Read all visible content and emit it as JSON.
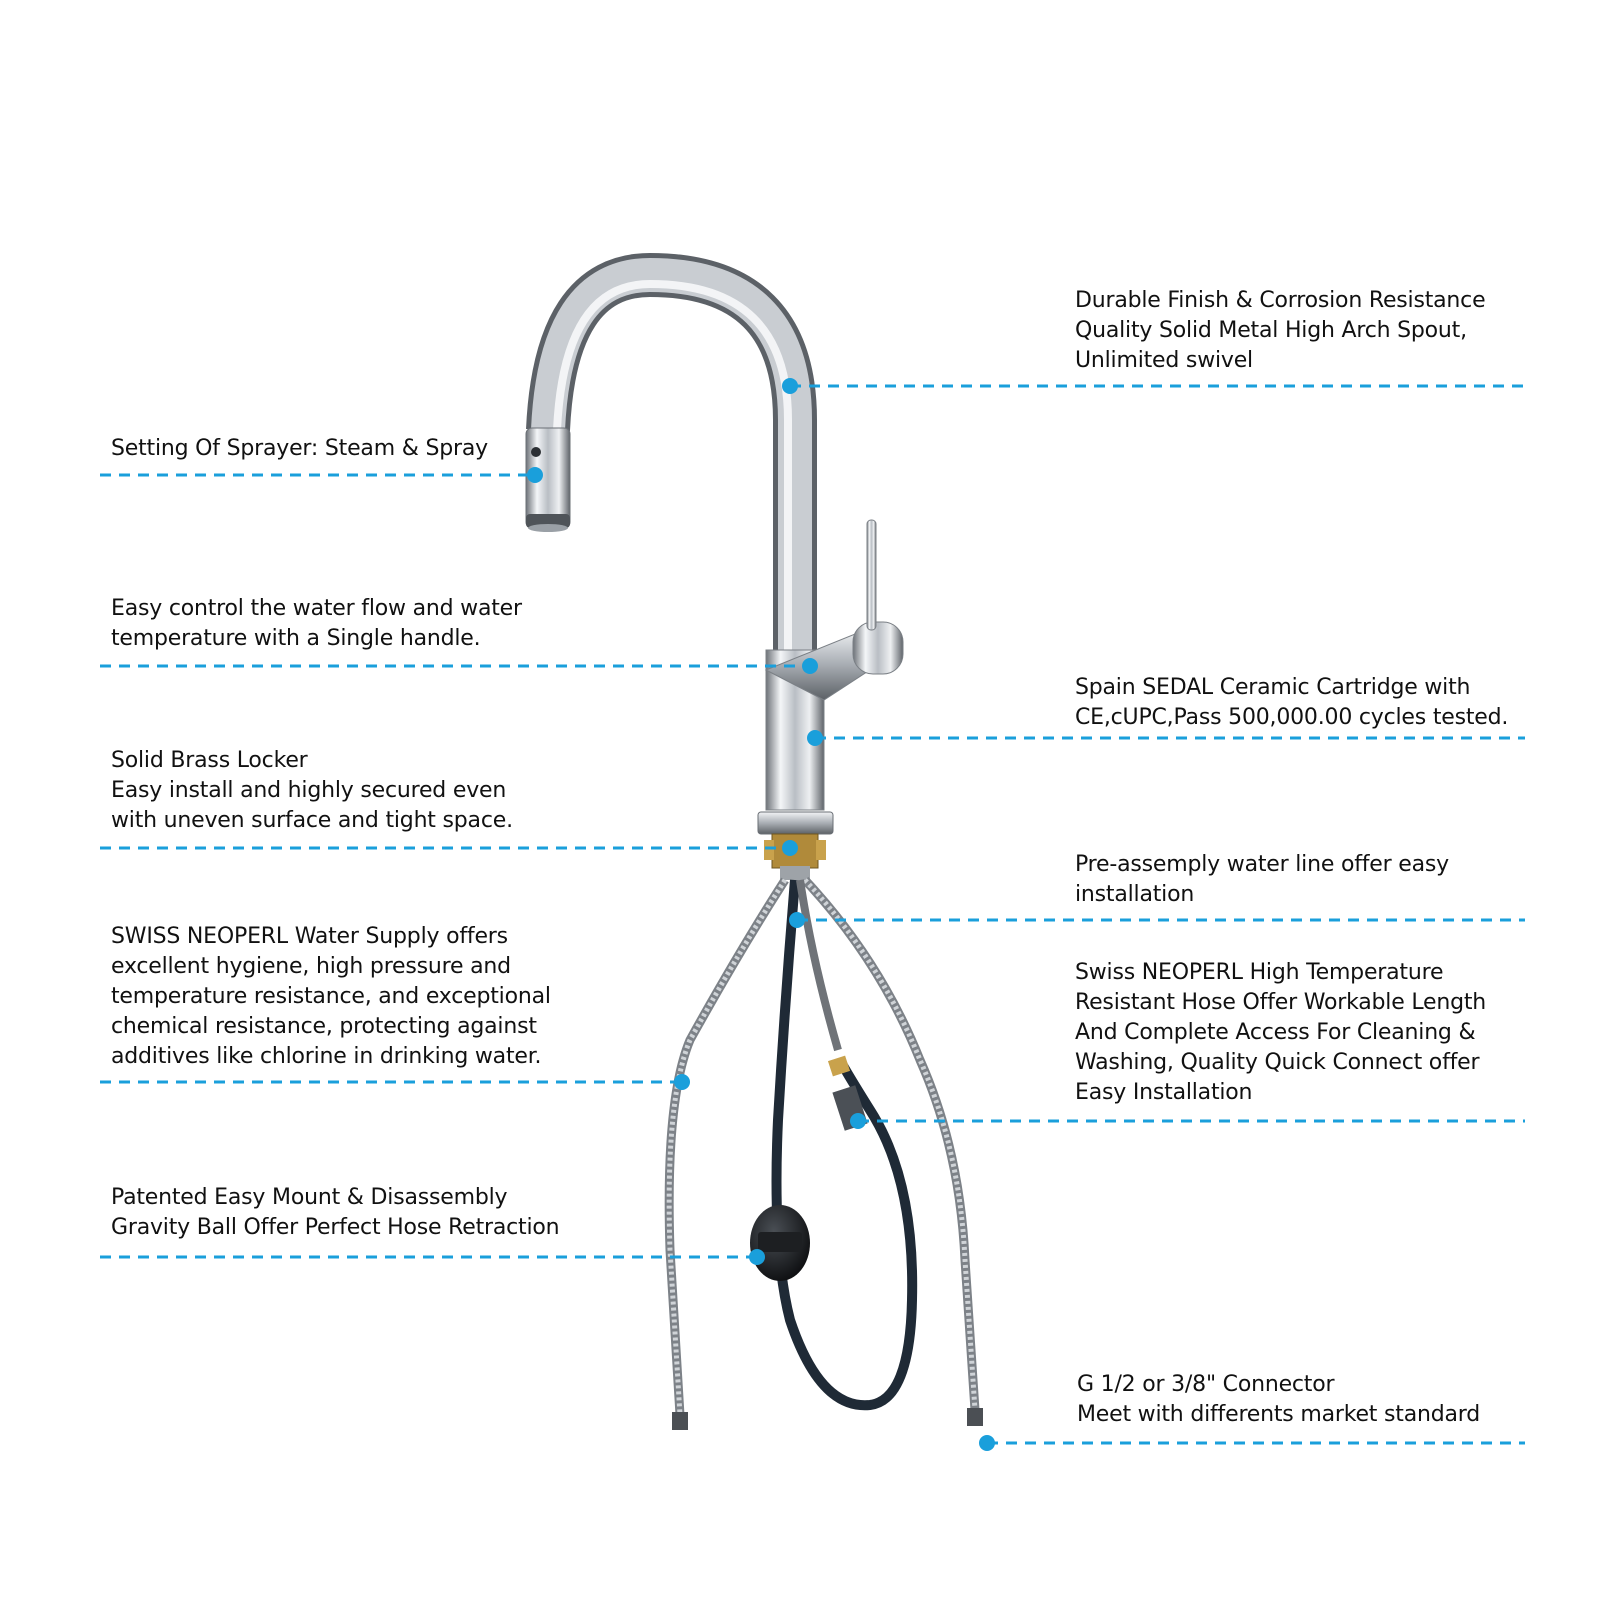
{
  "accent_color": "#1a9fdb",
  "callouts": {
    "spout": {
      "lines": [
        "Durable Finish & Corrosion Resistance",
        "Quality Solid Metal High Arch Spout,",
        "Unlimited swivel"
      ]
    },
    "sprayer": {
      "lines": [
        "Setting Of Sprayer: Steam & Spray"
      ]
    },
    "handle": {
      "lines": [
        "Easy control the water flow and water",
        "temperature with a Single handle."
      ]
    },
    "cartridge": {
      "lines": [
        "Spain SEDAL Ceramic Cartridge with",
        "CE,cUPC,Pass 500,000.00 cycles tested."
      ]
    },
    "locker": {
      "lines": [
        "Solid Brass Locker",
        "Easy install and highly secured even",
        "with uneven surface and tight space."
      ]
    },
    "waterline": {
      "lines": [
        "Pre-assemply water line offer easy",
        "installation"
      ]
    },
    "neoperl_supply": {
      "lines": [
        "SWISS NEOPERL Water Supply offers",
        "excellent hygiene, high pressure and",
        "temperature resistance, and exceptional",
        "chemical resistance, protecting against",
        "additives like chlorine in drinking water."
      ]
    },
    "neoperl_hose": {
      "lines": [
        "Swiss NEOPERL High Temperature",
        "Resistant Hose Offer Workable Length",
        "And Complete Access For Cleaning &",
        "Washing, Quality Quick Connect offer",
        "Easy Installation"
      ]
    },
    "gravity": {
      "lines": [
        "Patented Easy Mount & Disassembly",
        "Gravity Ball Offer Perfect Hose Retraction"
      ]
    },
    "connector": {
      "lines": [
        "G 1/2 or 3/8\" Connector",
        "Meet with differents market standard"
      ]
    }
  }
}
